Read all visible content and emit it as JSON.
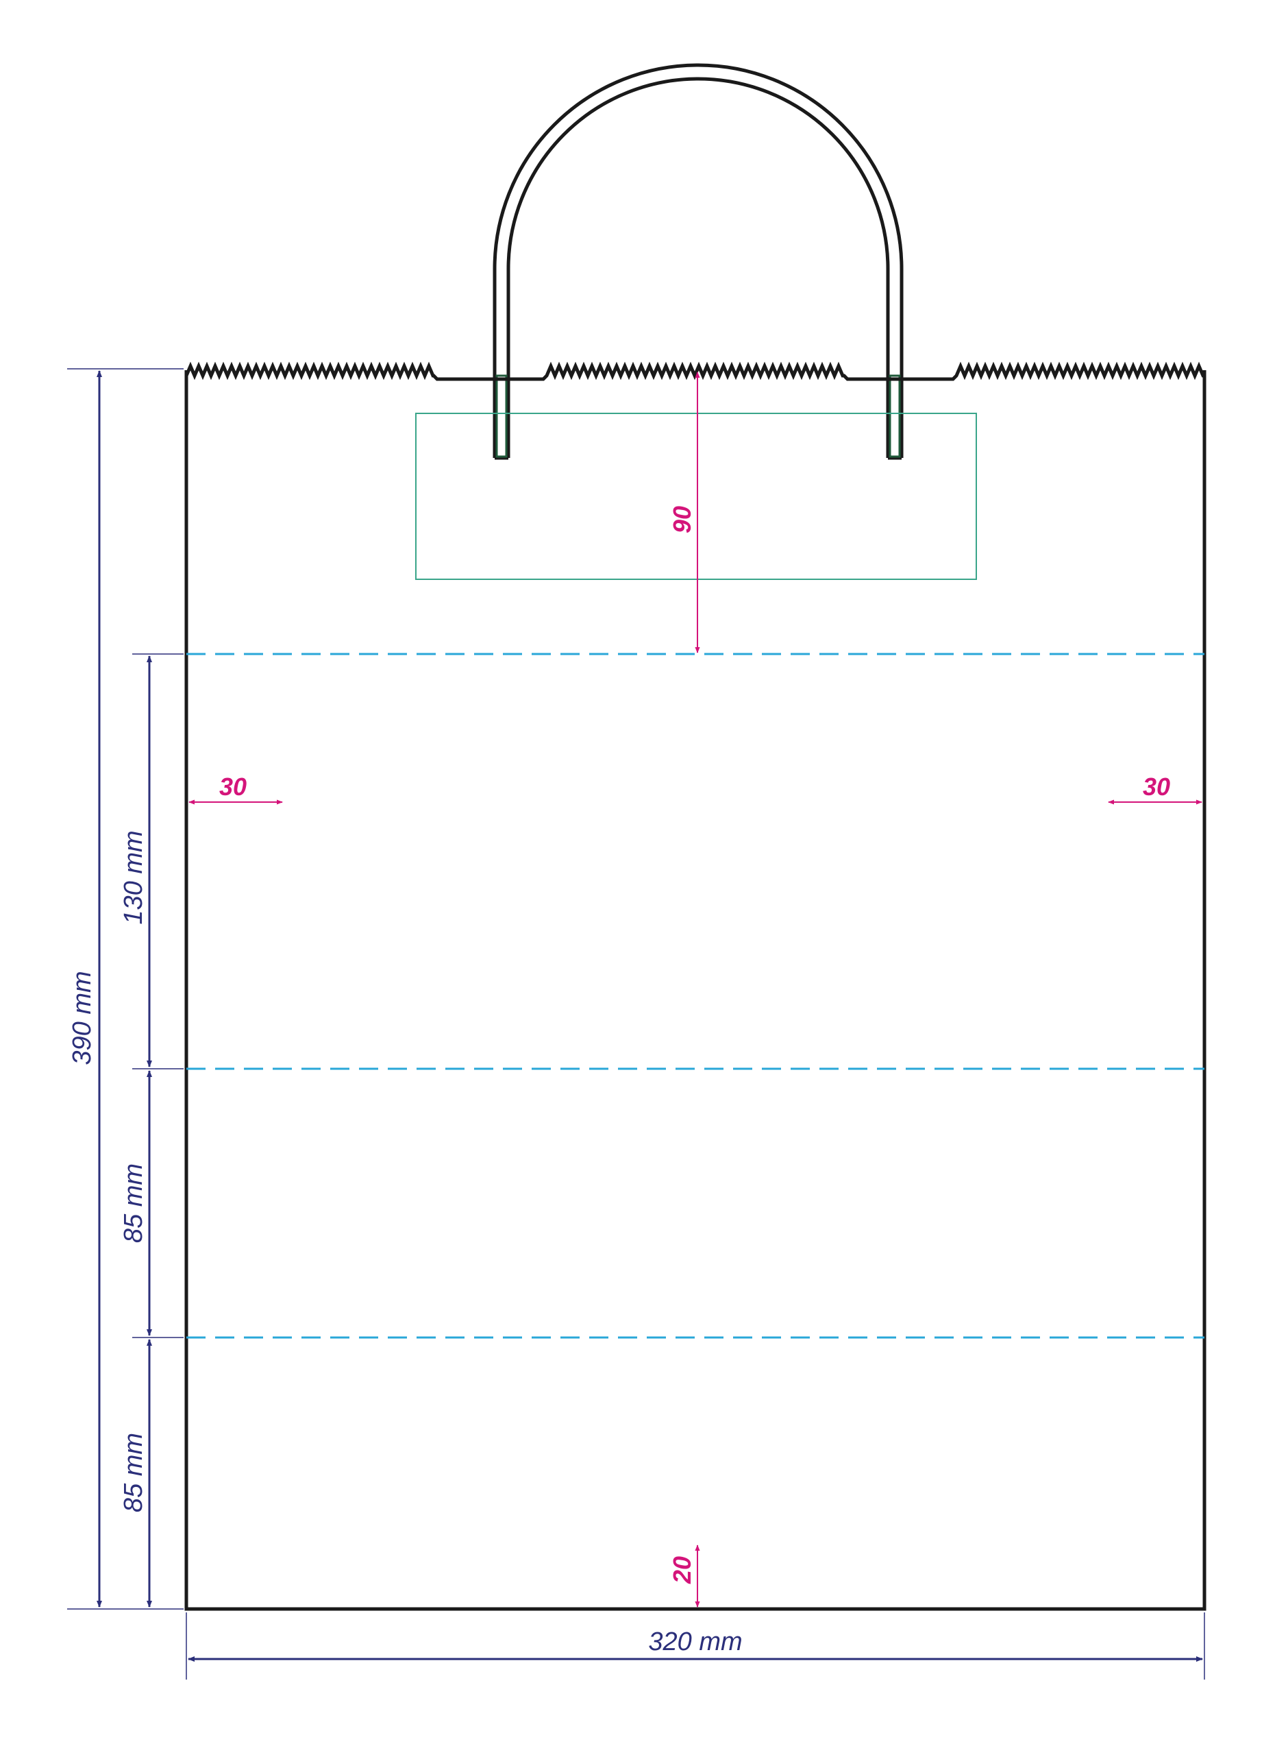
{
  "dimensions": {
    "height_total": "390 mm",
    "width_total": "320 mm",
    "section_top": "130 mm",
    "section_middle": "85 mm",
    "section_bottom": "85 mm",
    "label_area_offset": "90",
    "side_gusset_left": "30",
    "side_gusset_right": "30",
    "bottom_offset": "20"
  },
  "colors": {
    "outline": "#1a1a1a",
    "dimension_navy": "#2b2f7a",
    "dimension_magenta": "#d4147a",
    "fold_line": "#2aa7d8",
    "label_box": "#3aa58a",
    "handle_insert": "#1f5a3a"
  }
}
